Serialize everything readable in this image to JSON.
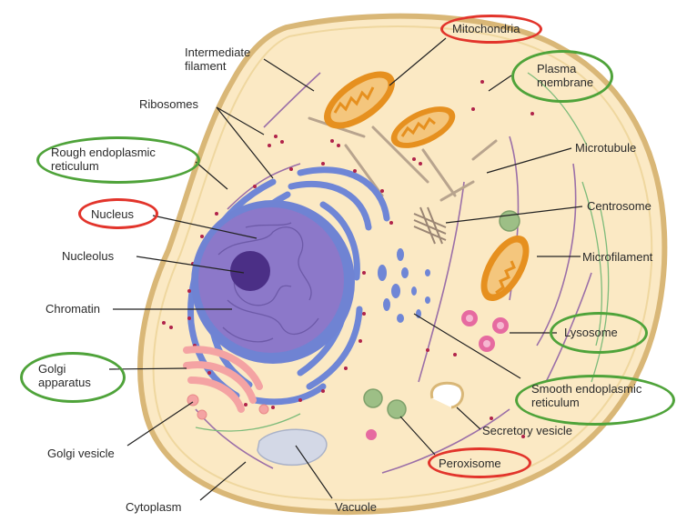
{
  "labels": {
    "intermediate_filament": "Intermediate filament",
    "ribosomes": "Ribosomes",
    "rough_er": "Rough endoplasmic reticulum",
    "nucleus": "Nucleus",
    "nucleolus": "Nucleolus",
    "chromatin": "Chromatin",
    "golgi_apparatus": "Golgi apparatus",
    "golgi_vesicle": "Golgi vesicle",
    "cytoplasm": "Cytoplasm",
    "vacuole": "Vacuole",
    "mitochondria": "Mitochondria",
    "plasma_membrane": "Plasma membrane",
    "microtubule": "Microtubule",
    "centrosome": "Centrosome",
    "microfilament": "Microfilament",
    "lysosome": "Lysosome",
    "smooth_er": "Smooth endoplasmic reticulum",
    "secretory_vesicle": "Secretory vesicle",
    "peroxisome": "Peroxisome"
  },
  "highlight_colors": {
    "red": "#e2342b",
    "green": "#4fa33a"
  },
  "structure_colors": {
    "cytoplasm": "#fbe9c4",
    "membrane": "#d9b777",
    "nucleus": "#8c78c9",
    "nuclear_envelope": "#6f83d3",
    "nucleolus": "#4b2f86",
    "endoplasmic_reticulum": "#6f86d6",
    "mitochondria": "#e6901f",
    "golgi": "#f4a3a3",
    "lysosome": "#e66aa0",
    "peroxisome": "#9dbf86",
    "vacuole": "#d3d8e6"
  }
}
